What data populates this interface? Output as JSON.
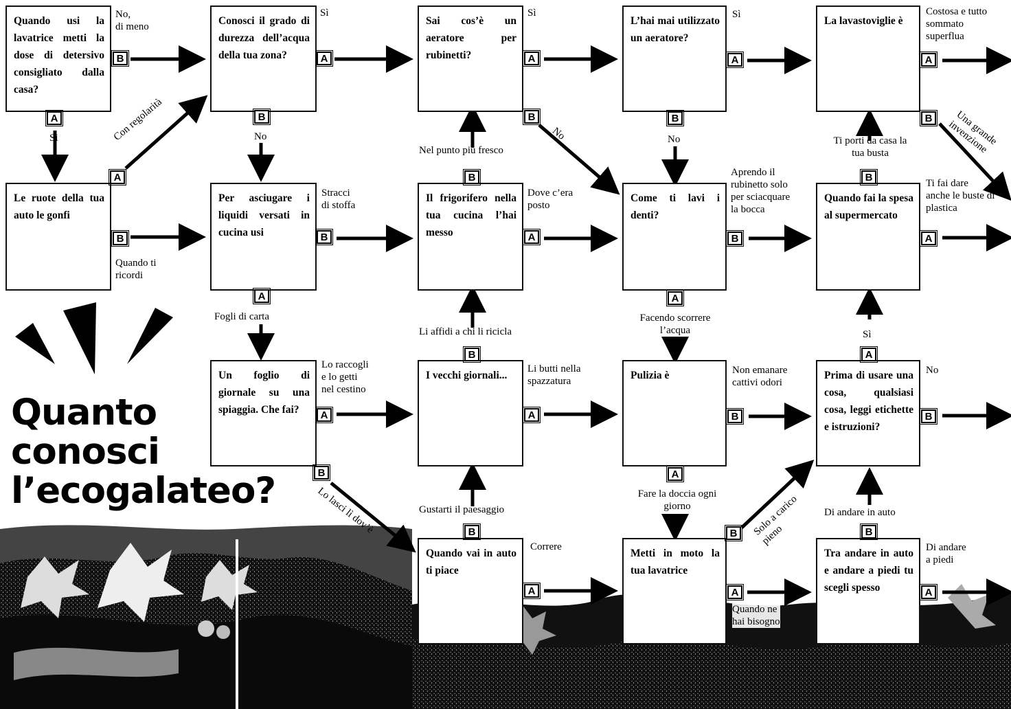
{
  "title": {
    "line1": "Quanto",
    "line2": "conosci",
    "line3": "l’ecogalateo?"
  },
  "boxes": [
    {
      "id": "detersivo",
      "text": "Quando usi la lavatrice metti la dose di detersivo consigliato dalla casa?"
    },
    {
      "id": "ruote",
      "text": "Le ruote della tua auto le gonfi"
    },
    {
      "id": "durezza",
      "text": "Conosci il grado di durezza dell’acqua della tua zona?"
    },
    {
      "id": "liquidi",
      "text": "Per asciugare i liquidi versati in cucina usi"
    },
    {
      "id": "foglio",
      "text": "Un foglio di giornale su una spiaggia. Che fai?"
    },
    {
      "id": "aeratore",
      "text": "Sai cos’è un aeratore per rubinetti?"
    },
    {
      "id": "frigorifero",
      "text": "Il frigorifero nella tua cucina l’hai messo"
    },
    {
      "id": "giornali",
      "text": "I vecchi giornali..."
    },
    {
      "id": "auto",
      "text": "Quando vai in auto ti piace"
    },
    {
      "id": "utilizzato",
      "text": "L’hai mai utilizzato un aeratore?"
    },
    {
      "id": "denti",
      "text": "Come ti lavi i denti?"
    },
    {
      "id": "pulizia",
      "text": "Pulizia è"
    },
    {
      "id": "lavatrice",
      "text": "Metti in moto la tua lavatrice"
    },
    {
      "id": "lavastoviglie",
      "text": "La lavastoviglie è"
    },
    {
      "id": "spesa",
      "text": "Quando fai la spesa al supermercato"
    },
    {
      "id": "etichette",
      "text": "Prima di usare una cosa, qualsiasi cosa, leggi etichette e istruzioni?"
    },
    {
      "id": "piedi",
      "text": "Tra andare in auto e andare a piedi tu scegli spesso"
    }
  ],
  "labels": [
    {
      "id": "l1",
      "text": "No,\ndi meno"
    },
    {
      "id": "l2",
      "text": "Sì"
    },
    {
      "id": "l3",
      "text": "Con regolarità"
    },
    {
      "id": "l4",
      "text": "Quando ti\nricordi"
    },
    {
      "id": "l5",
      "text": "Sì"
    },
    {
      "id": "l6",
      "text": "No"
    },
    {
      "id": "l7",
      "text": "Stracci\ndi stoffa"
    },
    {
      "id": "l8",
      "text": "Fogli di carta"
    },
    {
      "id": "l9",
      "text": "Lo raccogli\ne lo getti\nnel cestino"
    },
    {
      "id": "l10",
      "text": "Lo lasci lì dov’è"
    },
    {
      "id": "l11",
      "text": "Sì"
    },
    {
      "id": "l12",
      "text": "Nel punto più fresco"
    },
    {
      "id": "l13",
      "text": "No"
    },
    {
      "id": "l14",
      "text": "Dove c’era\nposto"
    },
    {
      "id": "l15",
      "text": "Li affidi a chi li ricicla"
    },
    {
      "id": "l16",
      "text": "Li butti nella\nspazzatura"
    },
    {
      "id": "l17",
      "text": "Gustarti il paesaggio"
    },
    {
      "id": "l18",
      "text": "Correre"
    },
    {
      "id": "l19",
      "text": "Sì"
    },
    {
      "id": "l20",
      "text": "No"
    },
    {
      "id": "l21",
      "text": "Aprendo il rubinetto solo\nper sciacquare\nla bocca"
    },
    {
      "id": "l22",
      "text": "Facendo scorrere\nl’acqua"
    },
    {
      "id": "l23",
      "text": "Non emanare\ncattivi odori"
    },
    {
      "id": "l24",
      "text": "Fare la doccia ogni\ngiorno"
    },
    {
      "id": "l25",
      "text": "Solo a carico\npieno"
    },
    {
      "id": "l26",
      "text": "Quando ne\nhai bisogno"
    },
    {
      "id": "l27",
      "text": "Costosa e tutto sommato\nsuperflua"
    },
    {
      "id": "l28",
      "text": "Una grande\ninvenzione"
    },
    {
      "id": "l29",
      "text": "Ti porti da casa la\ntua busta"
    },
    {
      "id": "l30",
      "text": "Ti fai dare\nanche le buste di plastica"
    },
    {
      "id": "l31",
      "text": "Sì"
    },
    {
      "id": "l32",
      "text": "No"
    },
    {
      "id": "l33",
      "text": "Di andare in auto"
    },
    {
      "id": "l34",
      "text": "Di andare\na piedi"
    }
  ]
}
